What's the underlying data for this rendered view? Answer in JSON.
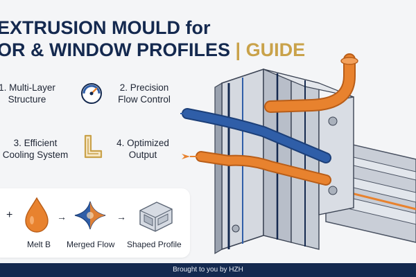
{
  "title": {
    "line1": "EXTRUSION MOULD for",
    "line2": "OR & WINDOW PROFILES",
    "separator": "|",
    "line2_accent": "GUIDE"
  },
  "features": [
    {
      "label": "1. Multi-Layer Structure",
      "icon": "layers-icon"
    },
    {
      "label": "2. Precision Flow Control",
      "icon": "gauge-icon"
    },
    {
      "label": "3. Efficient Cooling System",
      "icon": "cooling-icon"
    },
    {
      "label": "4. Optimized Output",
      "icon": "profile-corner-icon"
    }
  ],
  "flow": {
    "plus": "+",
    "arrow": "→",
    "melt_b": "Melt B",
    "merged": "Merged Flow",
    "shaped": "Shaped Profile"
  },
  "footer": "Brought to you by HZH",
  "colors": {
    "navy": "#14294f",
    "gold": "#c9a24a",
    "orange": "#e8822e",
    "blue": "#2f5ea8",
    "steel": "#c7ccd6"
  }
}
